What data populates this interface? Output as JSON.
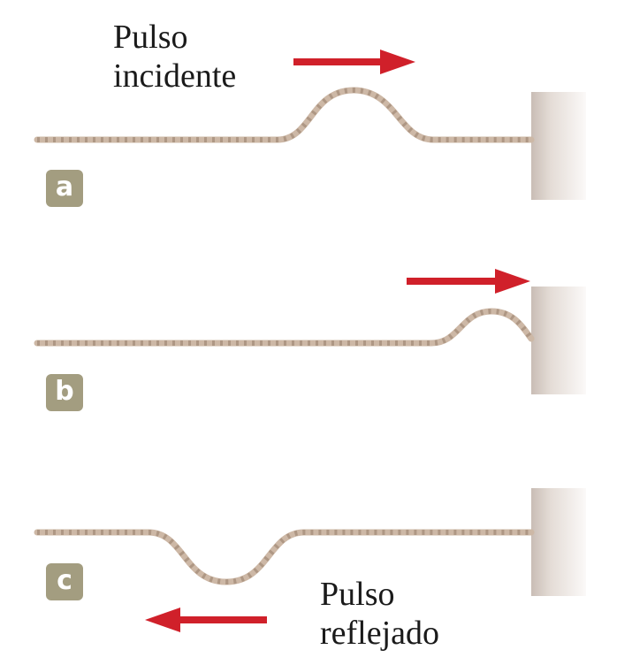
{
  "panels": [
    {
      "id": "a",
      "label": "a",
      "caption_lines": [
        "Pulso",
        "incidente"
      ],
      "arrow_direction": "right"
    },
    {
      "id": "b",
      "label": "b",
      "caption_lines": [],
      "arrow_direction": "right"
    },
    {
      "id": "c",
      "label": "c",
      "caption_lines": [
        "Pulso",
        "reflejado"
      ],
      "arrow_direction": "left"
    }
  ],
  "colors": {
    "arrow": "#d0202a",
    "rope": "#cdb8a6",
    "rope_stripe": "#a8917e",
    "wall_light": "#f3efec",
    "wall_dark": "#c9bdb5",
    "badge": "#a39d80"
  }
}
